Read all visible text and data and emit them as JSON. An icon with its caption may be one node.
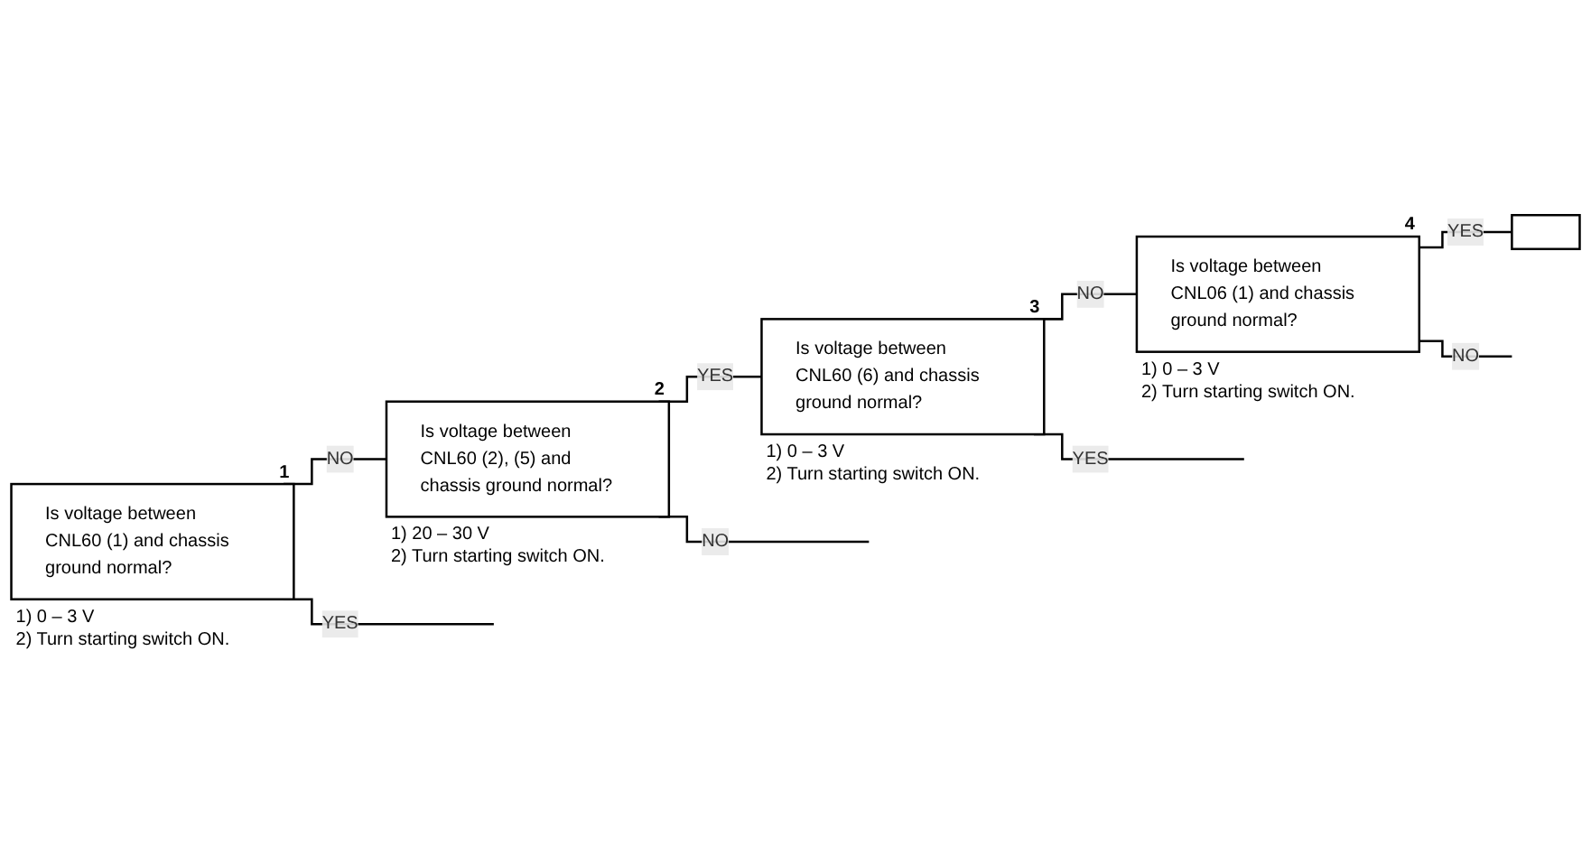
{
  "diagram": {
    "nodes": [
      {
        "text": [
          "Is voltage between CNL60 (1) and chassis ground normal?"
        ],
        "beside": [
          "1",
          "1) 0 – 3 V",
          "2) Turn starting switch ON."
        ]
      },
      {
        "text": [
          "Is voltage between CNL60 (2), (5) and chassis ground normal?"
        ],
        "beside": [
          "2",
          "1) 20 – 30 V",
          "2) Turn starting switch ON."
        ]
      },
      {
        "text": [
          "Is voltage between CNL60 (6) and chassis ground normal?"
        ],
        "beside": [
          "3",
          "1) 0 – 3 V",
          "2) Turn starting switch ON."
        ]
      },
      {
        "text": [
          "Is voltage between CNL06 (1) and chassis ground normal?"
        ],
        "beside": [
          "4",
          "1) 0 – 3 V",
          "2) Turn starting switch ON."
        ]
      },
      {
        "text": [],
        "shape": "box"
      }
    ],
    "edges": [
      {
        "from": 0,
        "to": null,
        "arrow": "none",
        "label": "YES"
      },
      {
        "from": 0,
        "to": 1,
        "arrow": "none",
        "label": "NO"
      },
      {
        "from": 1,
        "to": 2,
        "arrow": "none",
        "label": "YES"
      },
      {
        "from": 1,
        "to": null,
        "arrow": "none",
        "label": "NO"
      },
      {
        "from": 2,
        "to": null,
        "arrow": "none",
        "label": "YES"
      },
      {
        "from": 2,
        "to": 3,
        "arrow": "none",
        "label": "NO"
      },
      {
        "from": 3,
        "to": 4,
        "arrow": "none",
        "label": "YES"
      },
      {
        "from": 3,
        "to": null,
        "arrow": "none",
        "label": "NO"
      }
    ]
  }
}
